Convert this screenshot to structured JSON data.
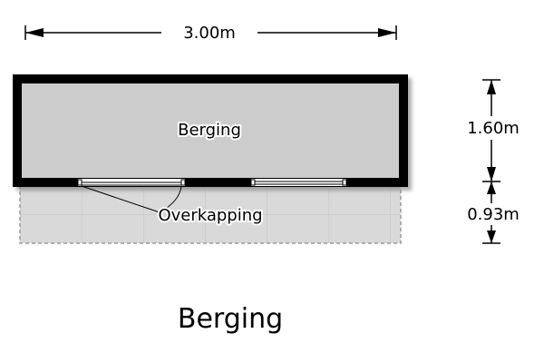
{
  "plan": {
    "width_dim": "3.00m",
    "room_depth_dim": "1.60m",
    "canopy_depth_dim": "0.93m",
    "room_label": "Berging",
    "canopy_label": "Overkapping"
  },
  "title": "Berging",
  "colors": {
    "wall": "#000000",
    "room_floor": "#cccccc",
    "canopy_floor": "#d8d8d8",
    "tile_lines": "#c2c2c2"
  }
}
